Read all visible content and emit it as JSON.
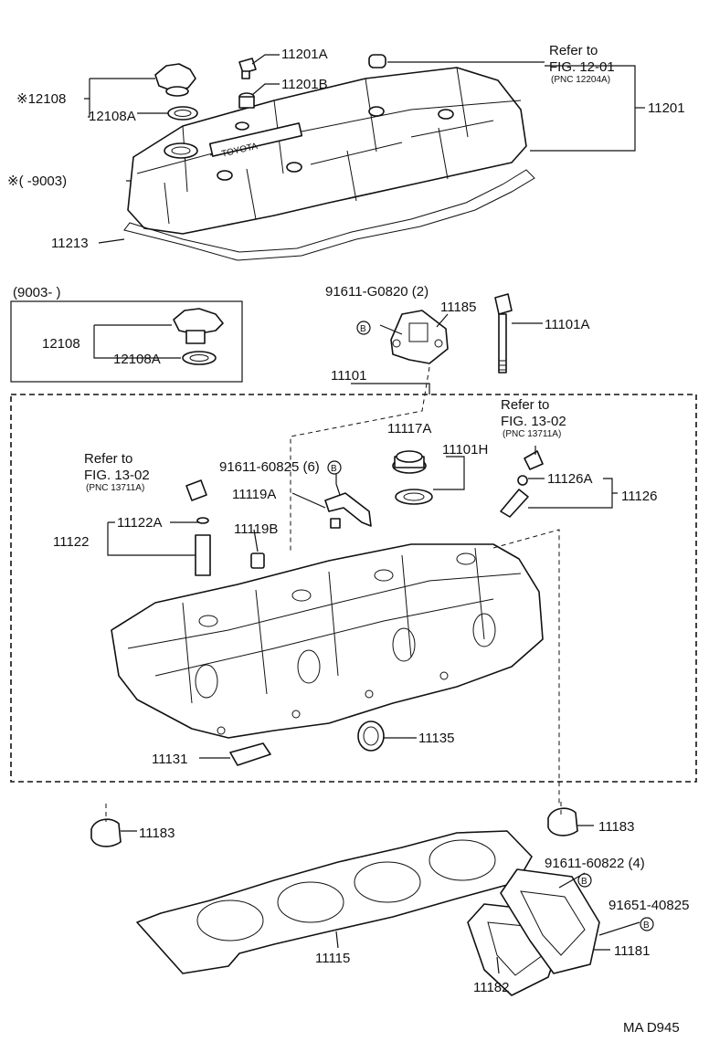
{
  "labels": {
    "p11201A": "11201A",
    "p11201B": "11201B",
    "refer1_a": "Refer to",
    "refer1_b": "FIG. 12-01",
    "refer1_c": "(PNC 12204A)",
    "p11201": "11201",
    "p12108_top": "※12108",
    "p12108A_top": "12108A",
    "range_top": "※(      -9003)",
    "p11213": "11213",
    "range_box": "(9003-          )",
    "p12108_box": "12108",
    "p12108A_box": "12108A",
    "p91611G0820": "91611-G0820 (2)",
    "p11185": "11185",
    "p11101A": "11101A",
    "p11101": "11101",
    "refer2_a": "Refer to",
    "refer2_b": "FIG. 13-02",
    "refer2_c": "(PNC 13711A)",
    "p11117A": "11117A",
    "p11101H": "11101H",
    "refer3_a": "Refer to",
    "refer3_b": "FIG. 13-02",
    "refer3_c": "(PNC 13711A)",
    "p9161160825": "91611-60825 (6)",
    "p11119A": "11119A",
    "p11126A": "11126A",
    "p11126": "11126",
    "p11122": "11122",
    "p11122A": "11122A",
    "p11119B": "11119B",
    "p11135": "11135",
    "p11131": "11131",
    "p11183_left": "11183",
    "p11183_right": "11183",
    "p9161160822": "91611-60822 (4)",
    "p9165140825": "91651-40825",
    "p11181": "11181",
    "p11115": "11115",
    "p11182": "11182",
    "code": "MA D945",
    "mark_b": "B",
    "cover_text": "TOYOTA"
  }
}
